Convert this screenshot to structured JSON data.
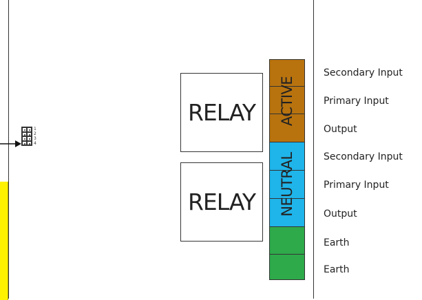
{
  "relays": [
    {
      "label": "RELAY"
    },
    {
      "label": "RELAY"
    }
  ],
  "terminals": {
    "active": {
      "label": "ACTIVE",
      "color": "#b8730f"
    },
    "neutral": {
      "label": "NEUTRAL",
      "color": "#1fb4ea"
    },
    "earth": {
      "color": "#2eaa4b"
    }
  },
  "io_labels": [
    "Secondary Input",
    "Primary Input",
    "Output",
    "Secondary Input",
    "Primary Input",
    "Output",
    "Earth",
    "Earth"
  ],
  "connector": {
    "pins": [
      "1",
      "2",
      "3",
      "4"
    ]
  },
  "colors": {
    "yellow_strip": "#fff200"
  }
}
